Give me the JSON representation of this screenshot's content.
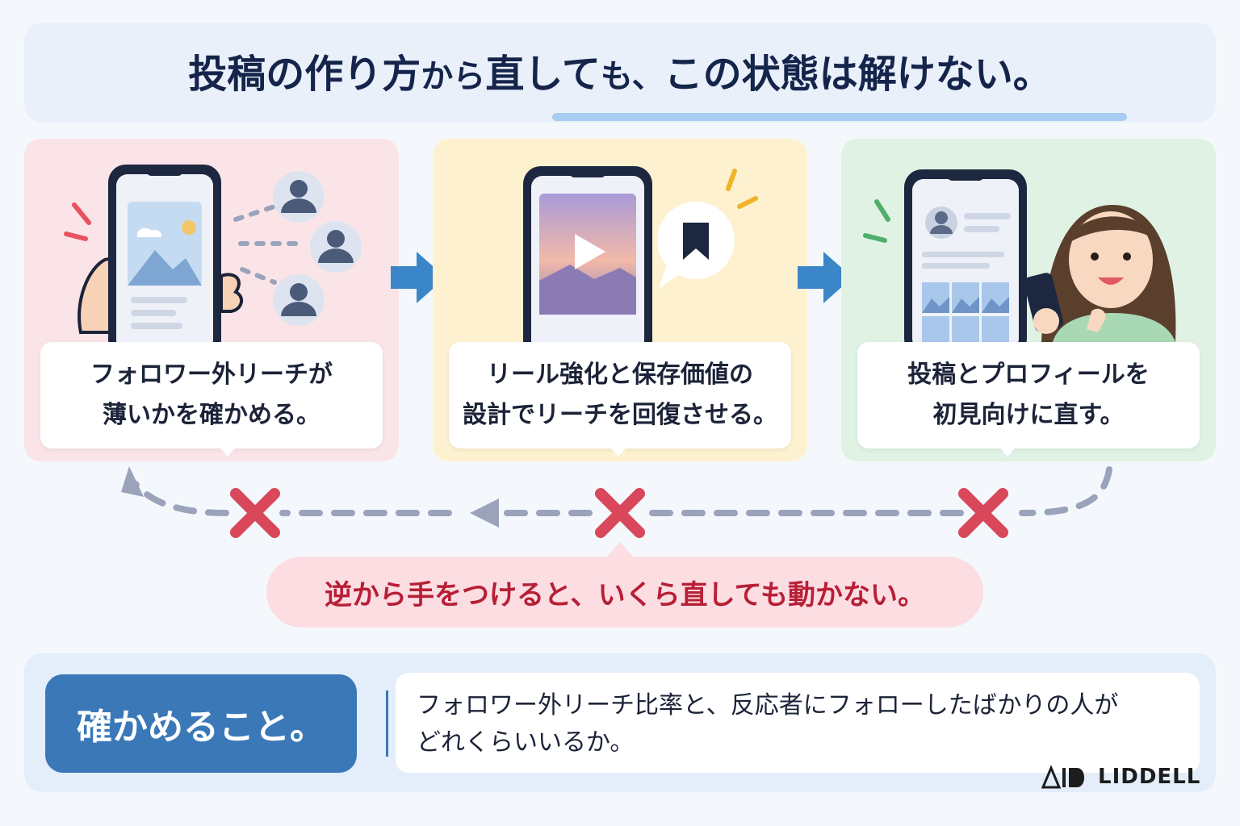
{
  "title": {
    "part1": "投稿の作り方",
    "part2": "から",
    "part3": "直して",
    "part4": "も、",
    "part5": "この状態は解けない。"
  },
  "steps": [
    {
      "line1": "フォロワー外リーチが",
      "line2": "薄いかを確かめる。",
      "color": "#fbe4e8"
    },
    {
      "line1": "リール強化と保存価値の",
      "line2": "設計でリーチを回復させる。",
      "color": "#fdf1cf"
    },
    {
      "line1": "投稿とプロフィールを",
      "line2": "初見向けに直す。",
      "color": "#e0f2e3"
    }
  ],
  "warning": "逆から手をつけると、いくら直しても動かない。",
  "check": {
    "label": "確かめること。",
    "line1": "フォロワー外リーチ比率と、反応者にフォローしたばかりの人が",
    "line2": "どれくらいいるか。"
  },
  "brand": "LIDDELL",
  "colors": {
    "arrow_blue": "#3a86c8",
    "cross_red": "#d9475a",
    "dash_gray": "#9aa3ba",
    "label_blue": "#3a78b8"
  },
  "icons": [
    "phone-image-post-icon",
    "user-avatar-icon",
    "play-button-icon",
    "bookmark-icon",
    "profile-grid-phone-icon",
    "smiling-woman-illustration",
    "right-arrow-icon",
    "cross-mark-icon",
    "left-arrow-icon"
  ]
}
